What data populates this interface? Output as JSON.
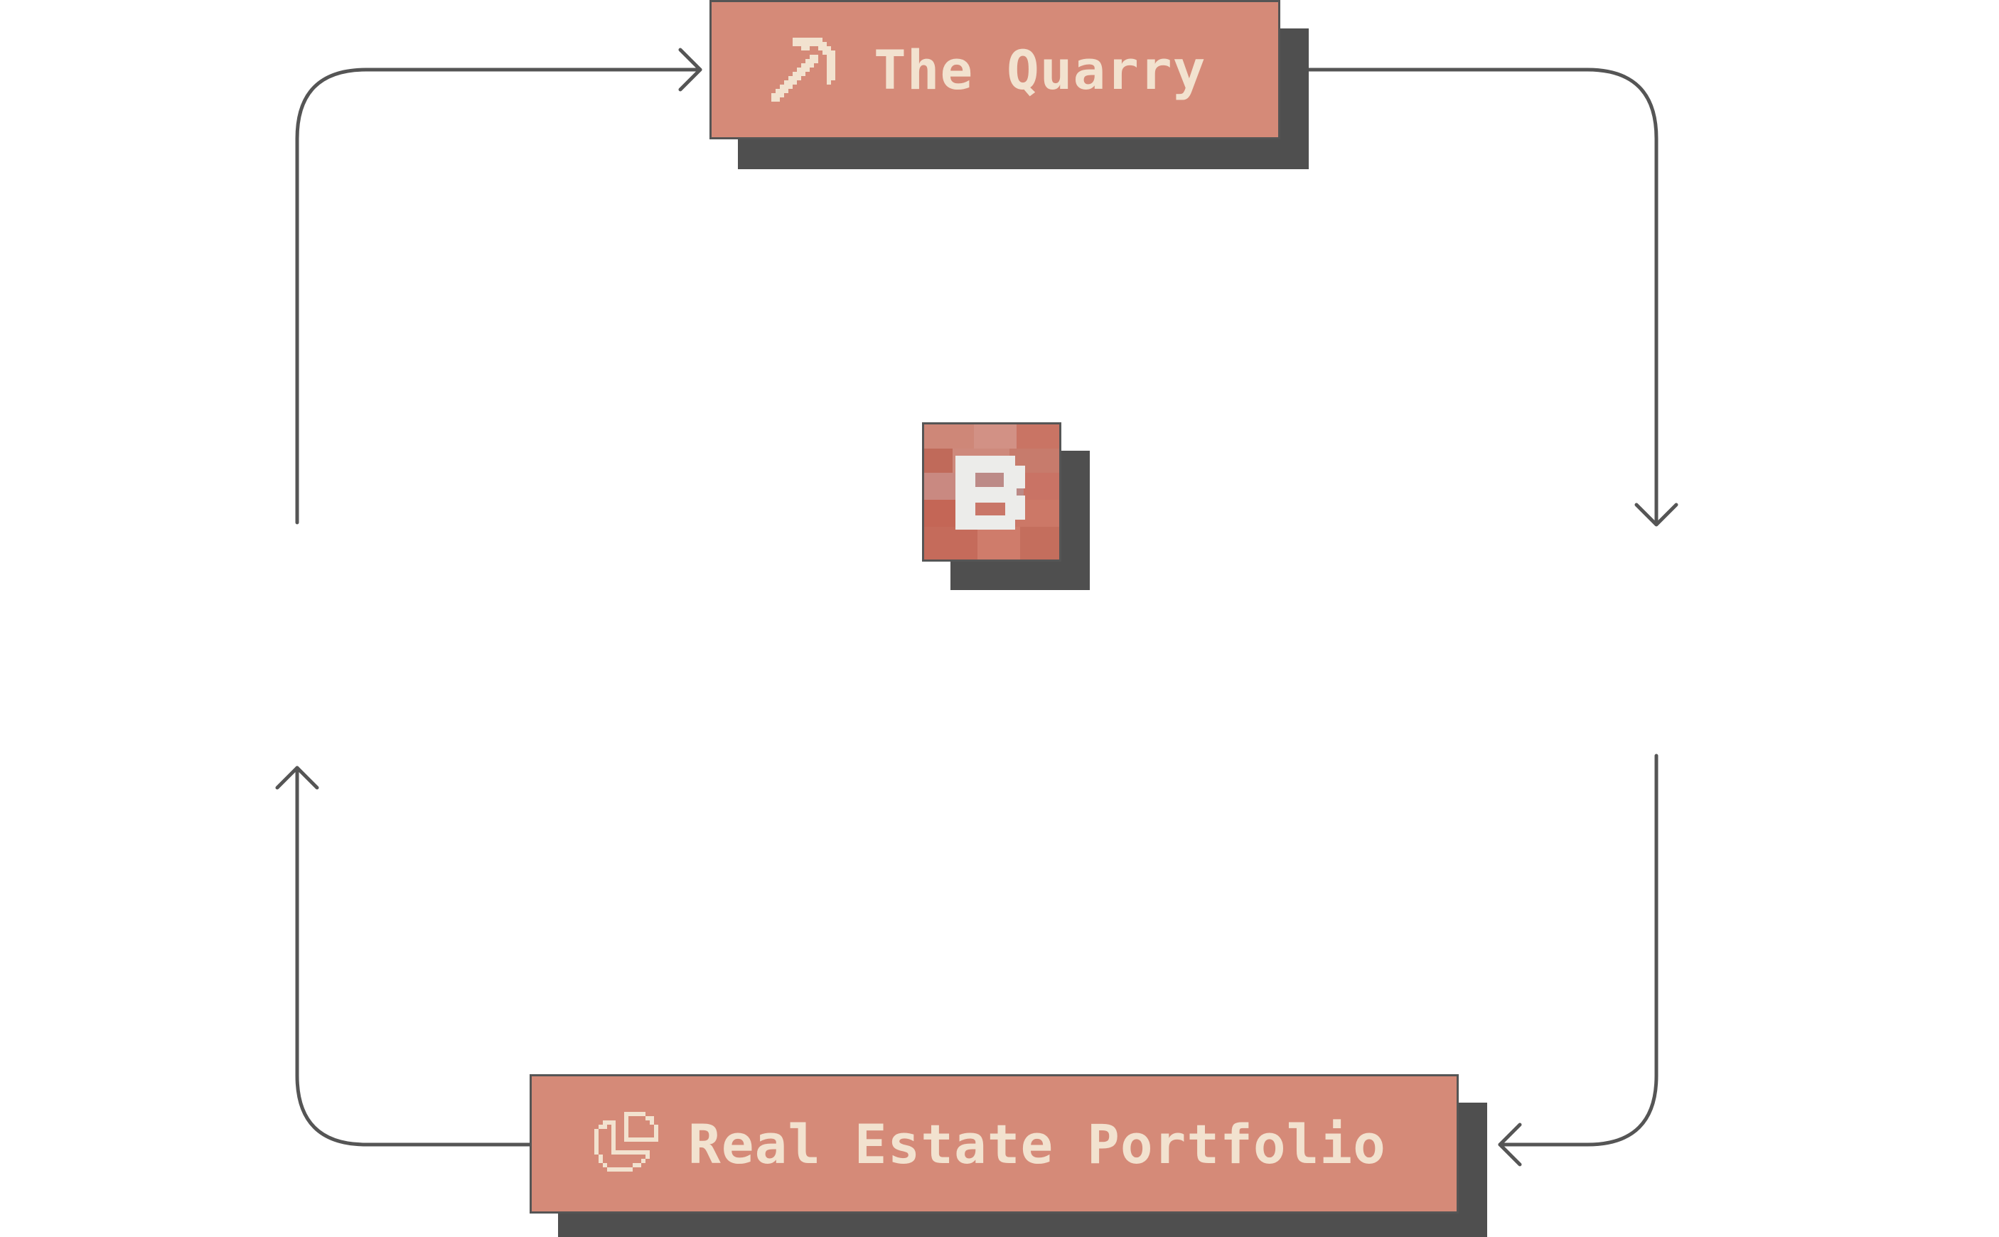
{
  "diagram": {
    "type": "cycle",
    "colors": {
      "box": "#d58a78",
      "box_text": "#f2e2cf",
      "shadow": "#4f4f4f",
      "connector": "#555555"
    },
    "nodes": [
      {
        "id": "quarry",
        "label": "The Quarry",
        "icon": "pickaxe-icon"
      },
      {
        "id": "portfolio",
        "label": "Real Estate Portfolio",
        "icon": "pie-chart-icon"
      }
    ],
    "center_logo": {
      "letter": "B",
      "icon": "brick-b-logo"
    },
    "edges": [
      {
        "from": "quarry",
        "to": "portfolio"
      },
      {
        "from": "portfolio",
        "to": "quarry"
      }
    ]
  }
}
